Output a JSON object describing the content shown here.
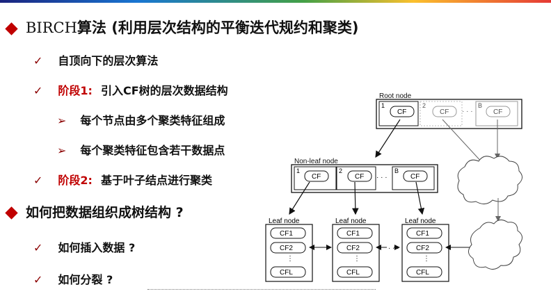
{
  "heading": {
    "latin": "BIRCH",
    "text": "算法 (利用层次结构的平衡迭代规约和聚类)"
  },
  "bullets": {
    "b1": "自顶向下的层次算法",
    "b2_stage": "阶段1:",
    "b2_text": "引入CF树的层次数据结构",
    "b2a": "每个节点由多个聚类特征组成",
    "b2b": "每个聚类特征包含若干数据点",
    "b3_stage": "阶段2:",
    "b3_text": "基于叶子结点进行聚类"
  },
  "heading2": {
    "text": "如何把数据组织成树结构 ?"
  },
  "sub": {
    "s1": "如何插入数据 ?",
    "s2": "如何分裂 ?"
  },
  "diagram": {
    "root_label": "Root node",
    "nonleaf_label": "Non-leaf node",
    "leaf_label": "Leaf node",
    "cf": "CF",
    "idx1": "1",
    "idx2": "2",
    "idxB": "B",
    "dots": "· · ·",
    "leaf_entries": [
      "CF1",
      "CF2",
      "CFL"
    ]
  },
  "colors": {
    "accent": "#c00000",
    "check": "#8b0000"
  }
}
